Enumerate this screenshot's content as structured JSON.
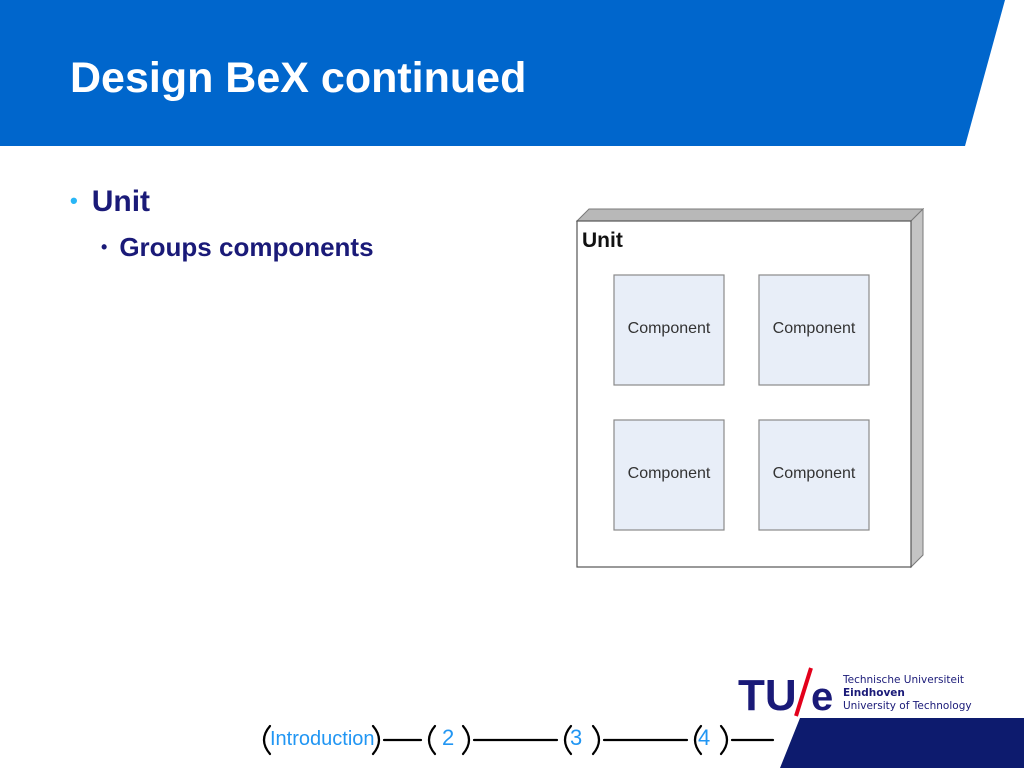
{
  "slide": {
    "title": "Design BeX continued",
    "bullets": [
      {
        "text": "Unit",
        "level": 1,
        "marker": "•"
      },
      {
        "text": "Groups components",
        "level": 2,
        "marker": "•"
      }
    ]
  },
  "diagram": {
    "unit_label": "Unit",
    "components": [
      "Component",
      "Component",
      "Component",
      "Component"
    ]
  },
  "logo": {
    "mark": "TU/e",
    "line1": "Technische Universiteit",
    "line2": "Eindhoven",
    "line3": "University of Technology"
  },
  "navigation": {
    "items": [
      "Introduction",
      "2",
      "3",
      "4"
    ]
  },
  "colors": {
    "header_blue": "#0066cc",
    "title_text": "#1a1a78",
    "bullet_accent": "#29b6f6",
    "nav_blue": "#2196f3",
    "logo_navy": "#1a1a78",
    "corner_navy": "#0d1b6e",
    "component_fill": "#e8eef8"
  }
}
